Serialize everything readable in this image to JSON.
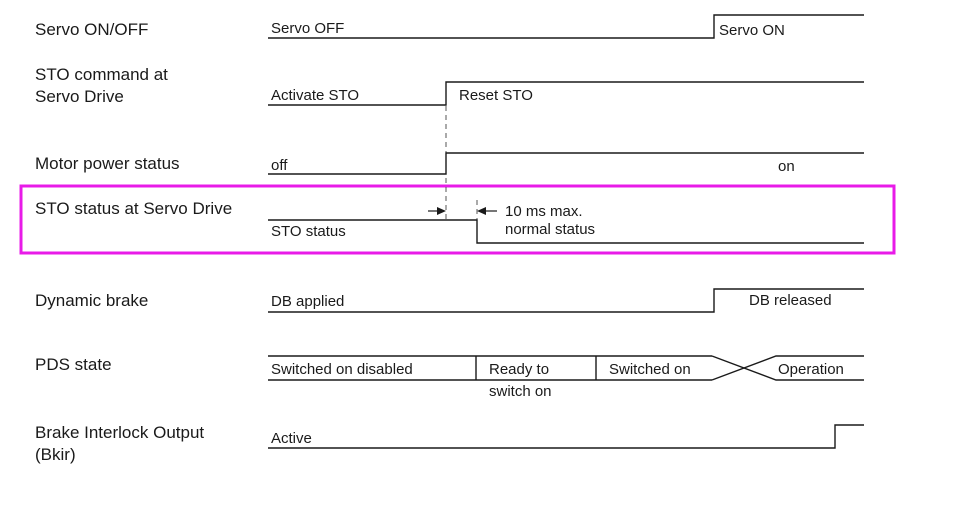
{
  "rows": {
    "servo": {
      "label": "Servo ON/OFF",
      "off_text": "Servo OFF",
      "on_text": "Servo ON"
    },
    "sto_command": {
      "label_line1": "STO command at",
      "label_line2": "Servo Drive",
      "activate_text": "Activate STO",
      "reset_text": "Reset STO"
    },
    "motor_power": {
      "label": "Motor power status",
      "off_text": "off",
      "on_text": "on"
    },
    "sto_status": {
      "label": "STO status at Servo Drive",
      "status_text": "STO status",
      "delay_text": "10 ms max.",
      "normal_text": "normal status"
    },
    "dynamic_brake": {
      "label": "Dynamic brake",
      "applied_text": "DB applied",
      "released_text": "DB released"
    },
    "pds_state": {
      "label": "PDS state",
      "states": [
        "Switched on disabled",
        "Ready to",
        "switch on",
        "Switched on",
        "Operation"
      ]
    },
    "brake_interlock": {
      "label_line1": "Brake Interlock Output",
      "label_line2": "(Bkir)",
      "active_text": "Active"
    }
  },
  "highlight_color": "#e81be8"
}
